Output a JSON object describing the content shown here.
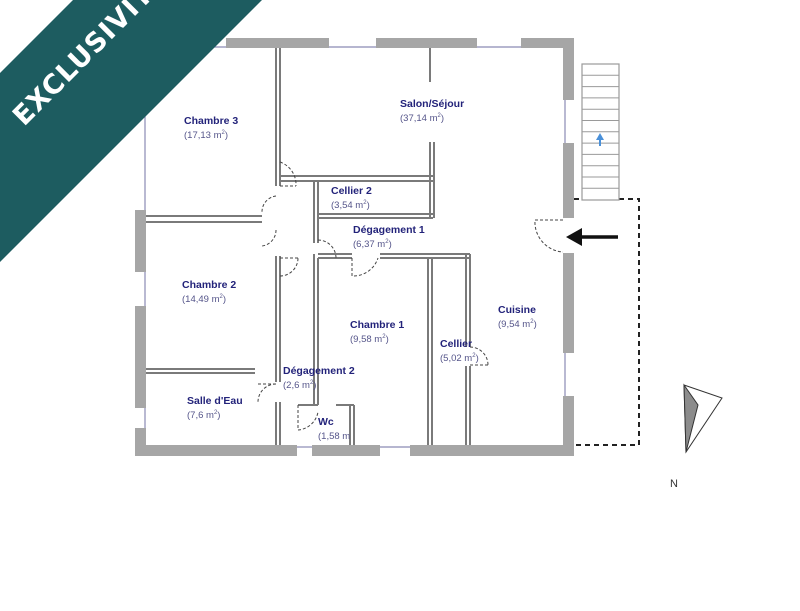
{
  "banner": {
    "text": "EXCLUSIVITÉ",
    "color": "#1d5c60"
  },
  "rooms": [
    {
      "name": "Chambre 3",
      "area": "(17,13 m",
      "sup": "2",
      "close": ")"
    },
    {
      "name": "Salon/Séjour",
      "area": "(37,14 m",
      "sup": "2",
      "close": ")"
    },
    {
      "name": "Cellier 2",
      "area": "(3,54 m",
      "sup": "2",
      "close": ")"
    },
    {
      "name": "Dégagement 1",
      "area": "(6,37 m",
      "sup": "2",
      "close": ")"
    },
    {
      "name": "Chambre 2",
      "area": "(14,49 m",
      "sup": "2",
      "close": ")"
    },
    {
      "name": "Cuisine",
      "area": "(9,54 m",
      "sup": "2",
      "close": ")"
    },
    {
      "name": "Chambre 1",
      "area": "(9,58 m",
      "sup": "2",
      "close": ")"
    },
    {
      "name": "Cellier",
      "area": "(5,02 m",
      "sup": "2",
      "close": ")"
    },
    {
      "name": "Dégagement 2",
      "area": "(2,6 m",
      "sup": "2",
      "close": ")"
    },
    {
      "name": "Salle d'Eau",
      "area": "(7,6 m",
      "sup": "2",
      "close": ")"
    },
    {
      "name": "Wc",
      "area": "(1,58 m",
      "sup": "",
      "close": ""
    }
  ],
  "compass": {
    "label": "N"
  },
  "colors": {
    "wall": "#a6a6a6",
    "room_label": "#23237a",
    "stair_arrow": "#4a90d9"
  }
}
